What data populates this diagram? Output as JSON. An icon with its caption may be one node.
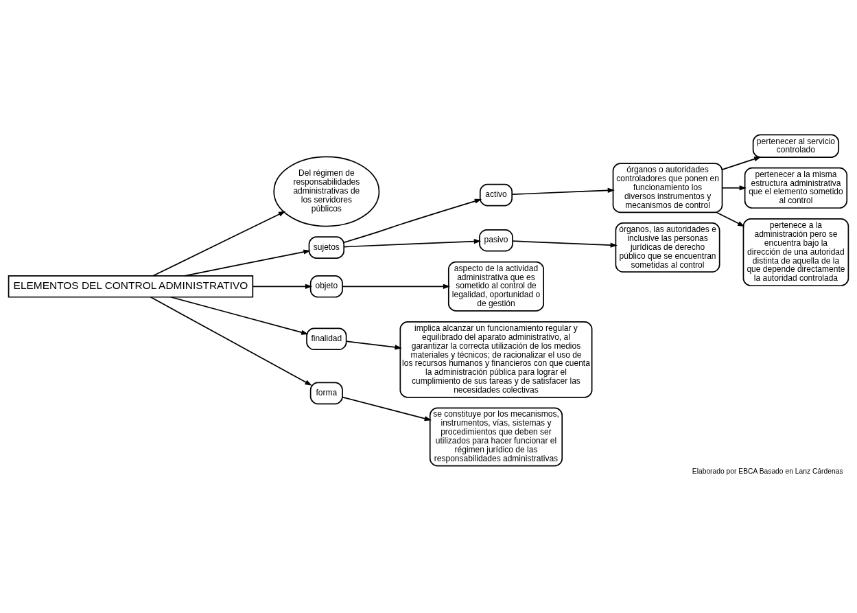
{
  "diagram": {
    "caption": "Elaborado por EBCA Basado en Lanz Cárdenas",
    "nodes": [
      {
        "text": [
          "ELEMENTOS DEL CONTROL ADMINISTRATIVO"
        ]
      },
      {
        "text": [
          "Del régimen de responsabilidades administrativas de los servidores públicos"
        ]
      },
      {
        "text": [
          "sujetos"
        ]
      },
      {
        "text": [
          "activo"
        ]
      },
      {
        "text": [
          "órganos o autoridades controladores que ponen en funcionamiento los diversos instrumentos y mecanismos de control"
        ]
      },
      {
        "text": [
          "pertenecer al servicio controlado"
        ]
      },
      {
        "text": [
          "pasivo"
        ]
      },
      {
        "text": [
          "objeto"
        ]
      },
      {
        "text": [
          "pertenecer a la misma estructura administrativa que el elemento sometido al control"
        ]
      },
      {
        "text": [
          "aspecto de la actividad administrativa que es sometido al control de legalidad, oportunidad o de gestión"
        ]
      },
      {
        "text": [
          "órganos, las autoridades e inclusive las personas jurídicas de derecho público que se encuentran sometidas al control"
        ]
      },
      {
        "text": [
          "pertenece a la administración pero se encuentra bajo la dirección de una autoridad distinta de aquella de la que depende directamente la autoridad controlada"
        ]
      },
      {
        "text": [
          "finalidad"
        ]
      },
      {
        "text": [
          "forma"
        ]
      },
      {
        "text": [
          "implica alcanzar un funcionamiento regular y equilibrado del aparato administrativo, al garantizar la correcta utilización de los medios materiales y técnicos; de racionalizar el uso de los recursos humanos y financieros con que cuenta la administración pública para lograr el cumplimiento de sus tareas y de satisfacer las necesidades colectivas"
        ]
      },
      {
        "text": [
          "se constituye por los mecanismos, instrumentos, vías, sistemas y procedimientos que deben ser utilizados para hacer funcionar el régimen jurídico de las responsabilidades administrativas"
        ]
      }
    ],
    "edges": [
      {
        "from": 0,
        "to": 1,
        "arrow": "to"
      },
      {
        "from": 0,
        "to": 2,
        "arrow": "to"
      },
      {
        "from": 0,
        "to": 7,
        "arrow": "to"
      },
      {
        "from": 0,
        "to": 12,
        "arrow": "to"
      },
      {
        "from": 0,
        "to": 13,
        "arrow": "to"
      },
      {
        "from": 2,
        "to": 3,
        "arrow": "to"
      },
      {
        "from": 2,
        "to": 6,
        "arrow": "to"
      },
      {
        "from": 3,
        "to": 4,
        "arrow": "to"
      },
      {
        "from": 4,
        "to": 5,
        "arrow": "to"
      },
      {
        "from": 4,
        "to": 8,
        "arrow": "to"
      },
      {
        "from": 4,
        "to": 11,
        "arrow": "to"
      },
      {
        "from": 6,
        "to": 10,
        "arrow": "to"
      },
      {
        "from": 7,
        "to": 9,
        "arrow": "to"
      },
      {
        "from": 12,
        "to": 14,
        "arrow": "to"
      },
      {
        "from": 13,
        "to": 15,
        "arrow": "to"
      }
    ]
  }
}
